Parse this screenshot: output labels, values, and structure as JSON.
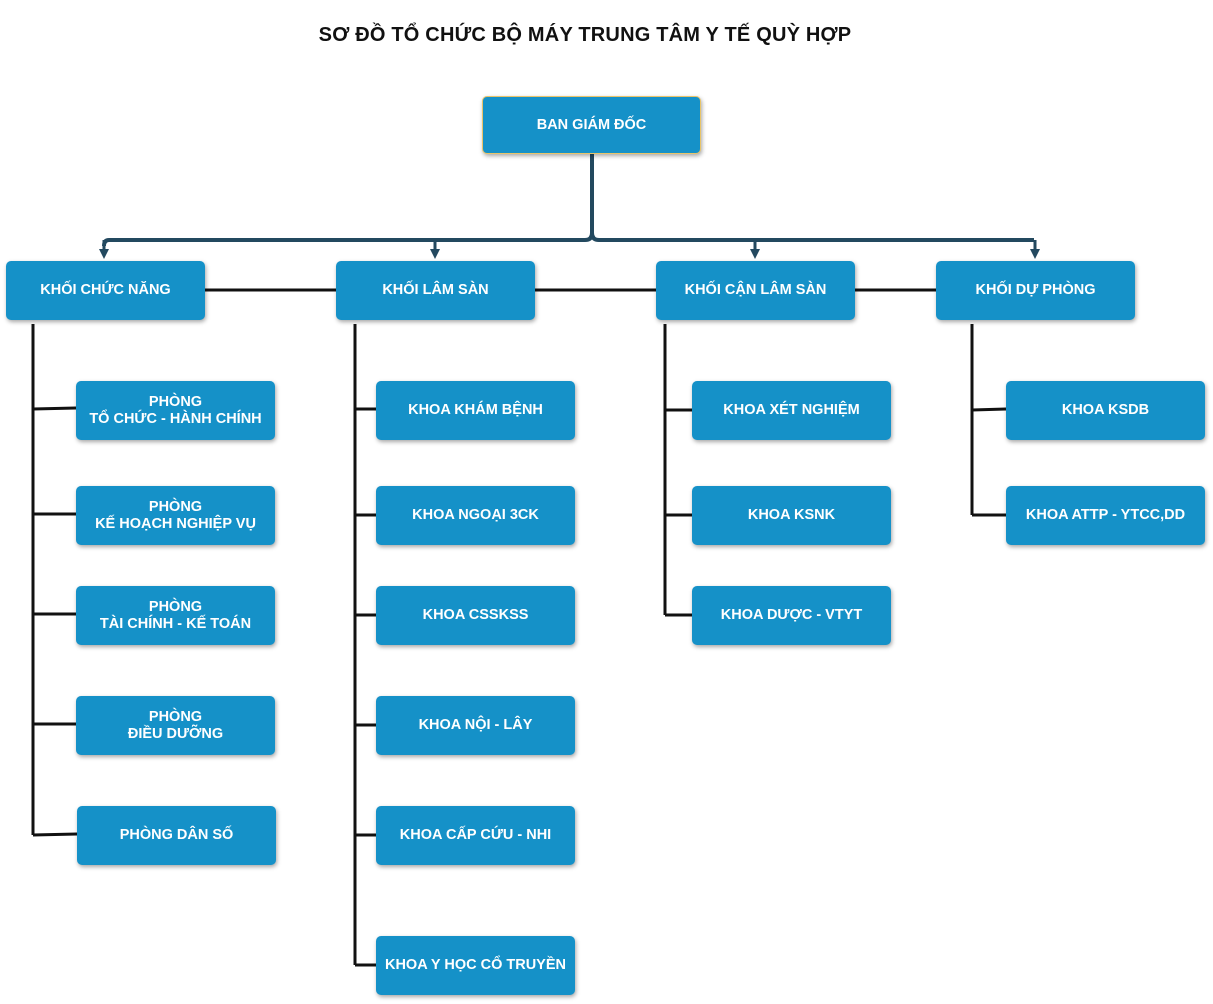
{
  "title": "SƠ ĐỒ TỔ CHỨC BỘ MÁY TRUNG TÂM Y TẾ QUỲ HỢP",
  "colors": {
    "box_fill": "#1591c8",
    "box_text": "#ffffff",
    "trunk_line": "#23495f",
    "branch_line": "#111111",
    "root_border": "#e8c46a"
  },
  "root": {
    "label": "BAN GIÁM ĐỐC"
  },
  "blocks": [
    {
      "name": "KHỐI CHỨC NĂNG",
      "units": [
        {
          "line1": "PHÒNG",
          "line2": "TỔ CHỨC - HÀNH CHÍNH"
        },
        {
          "line1": "PHÒNG",
          "line2": "KẾ HOẠCH NGHIỆP VỤ"
        },
        {
          "line1": "PHÒNG",
          "line2": "TÀI CHÍNH - KẾ TOÁN"
        },
        {
          "line1": "PHÒNG",
          "line2": "ĐIỀU DƯỠNG"
        },
        {
          "line1": "PHÒNG DÂN SỐ",
          "line2": ""
        }
      ]
    },
    {
      "name": "KHỐI LÂM SÀN",
      "units": [
        {
          "line1": "KHOA KHÁM BỆNH",
          "line2": ""
        },
        {
          "line1": "KHOA NGOẠI 3CK",
          "line2": ""
        },
        {
          "line1": "KHOA CSSKSS",
          "line2": ""
        },
        {
          "line1": "KHOA NỘI - LÂY",
          "line2": ""
        },
        {
          "line1": "KHOA CẤP CỨU - NHI",
          "line2": ""
        },
        {
          "line1": "KHOA Y HỌC CỔ TRUYỀN",
          "line2": ""
        }
      ]
    },
    {
      "name": "KHỐI CẬN LÂM SÀN",
      "units": [
        {
          "line1": "KHOA XÉT NGHIỆM",
          "line2": ""
        },
        {
          "line1": "KHOA KSNK",
          "line2": ""
        },
        {
          "line1": "KHOA DƯỢC - VTYT",
          "line2": ""
        }
      ]
    },
    {
      "name": "KHỐI DỰ PHÒNG",
      "units": [
        {
          "line1": "KHOA KSDB",
          "line2": ""
        },
        {
          "line1": "KHOA ATTP - YTCC,DD",
          "line2": ""
        }
      ]
    }
  ]
}
